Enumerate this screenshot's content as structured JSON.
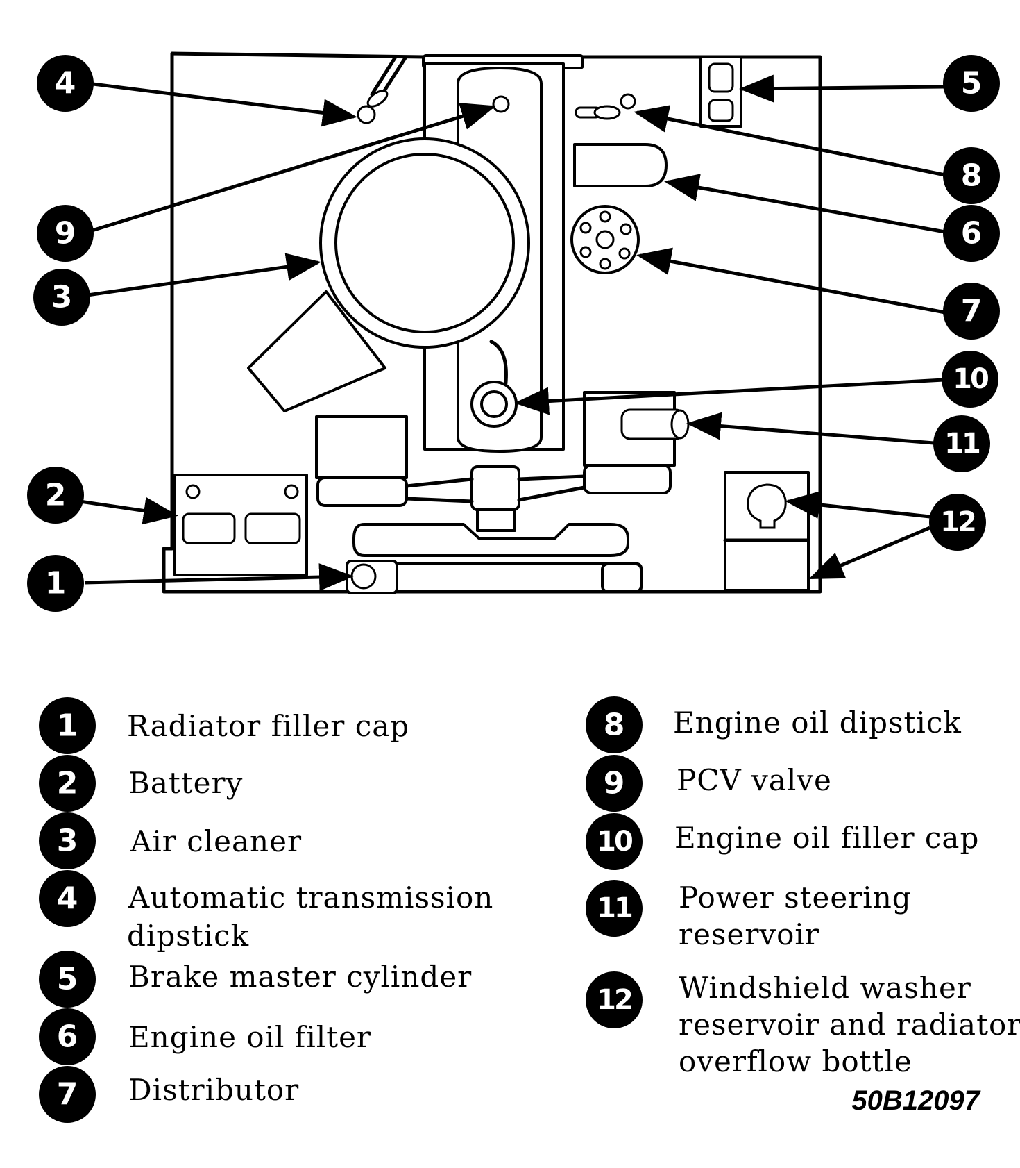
{
  "callouts": [
    {
      "num": "1",
      "label": "Radiator filler cap"
    },
    {
      "num": "2",
      "label": "Battery"
    },
    {
      "num": "3",
      "label": "Air cleaner"
    },
    {
      "num": "4",
      "label_lines": [
        "Automatic transmission",
        "dipstick"
      ]
    },
    {
      "num": "5",
      "label": "Brake master cylinder"
    },
    {
      "num": "6",
      "label": "Engine oil filter"
    },
    {
      "num": "7",
      "label": "Distributor"
    },
    {
      "num": "8",
      "label": "Engine oil dipstick"
    },
    {
      "num": "9",
      "label": "PCV valve"
    },
    {
      "num": "10",
      "label": "Engine oil filler cap"
    },
    {
      "num": "11",
      "label_lines": [
        "Power steering",
        "reservoir"
      ]
    },
    {
      "num": "12",
      "label_lines": [
        "Windshield washer",
        "reservoir and radiator",
        "overflow bottle"
      ]
    }
  ],
  "figure_id": "50B12097",
  "colors": {
    "ink": "#000000",
    "paper": "#ffffff"
  }
}
